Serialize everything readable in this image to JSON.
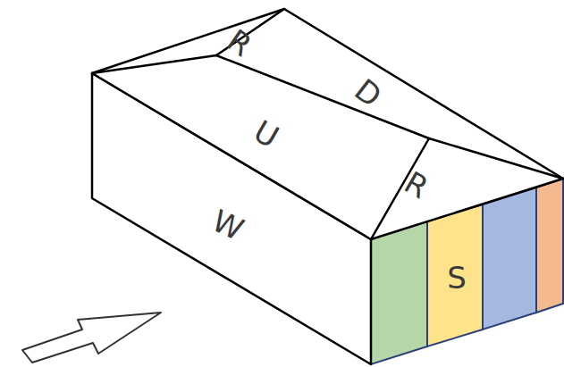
{
  "diagram": {
    "labels": [
      "R",
      "D",
      "U",
      "R",
      "W",
      "S"
    ]
  }
}
